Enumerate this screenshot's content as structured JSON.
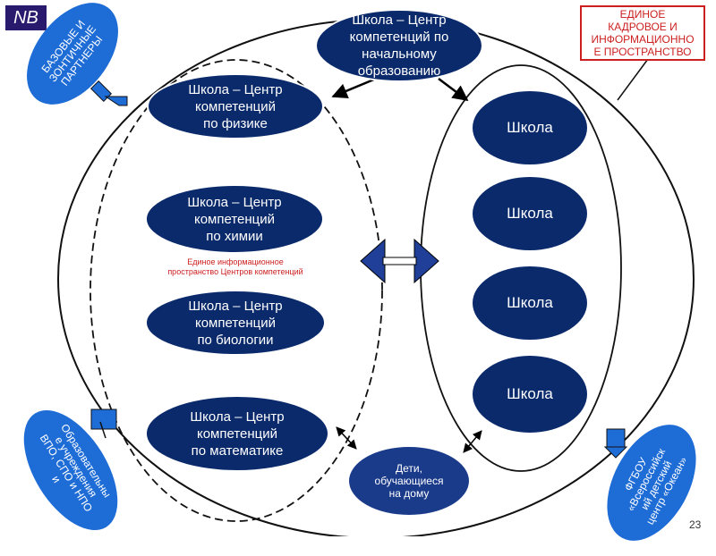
{
  "badge": "NB",
  "page_number": "23",
  "unified_space": "ЕДИНОЕ\nКАДРОВОЕ И\nИНФОРМАЦИОННО\nЕ ПРОСТРАНСТВО",
  "info_space": "Единое информационное\nпространство Центров компетенций",
  "partners": {
    "base": "БАЗОВЫЕ И\nЗОНТИЧНЫЕ\nПАРТНЕРЫ",
    "education": "Образовательны\nе учреждения\nВПО, СПО и НПО\nи",
    "ocean": "ФГБОУ\n«Всероссийск\nий детский\nцентр «Океан»"
  },
  "centers": {
    "primary": [
      "Школа – Центр",
      "компетенций по",
      "начальному",
      "образованию"
    ],
    "physics": [
      "Школа – Центр",
      "компетенций",
      "по физике"
    ],
    "chemistry": [
      "Школа – Центр",
      "компетенций",
      "по химии"
    ],
    "biology": [
      "Школа – Центр",
      "компетенций",
      "по биологии"
    ],
    "math": [
      "Школа – Центр",
      "компетенций",
      "по математике"
    ]
  },
  "schools": [
    "Школа",
    "Школа",
    "Школа",
    "Школа"
  ],
  "home_children": [
    "Дети,",
    "обучающиеся",
    "на дому"
  ],
  "colors": {
    "node_fill": "#0a2a6b",
    "partner_fill": "#1e6cd6",
    "accent_red": "#cc1f1f",
    "connector": "#1f3f99"
  }
}
